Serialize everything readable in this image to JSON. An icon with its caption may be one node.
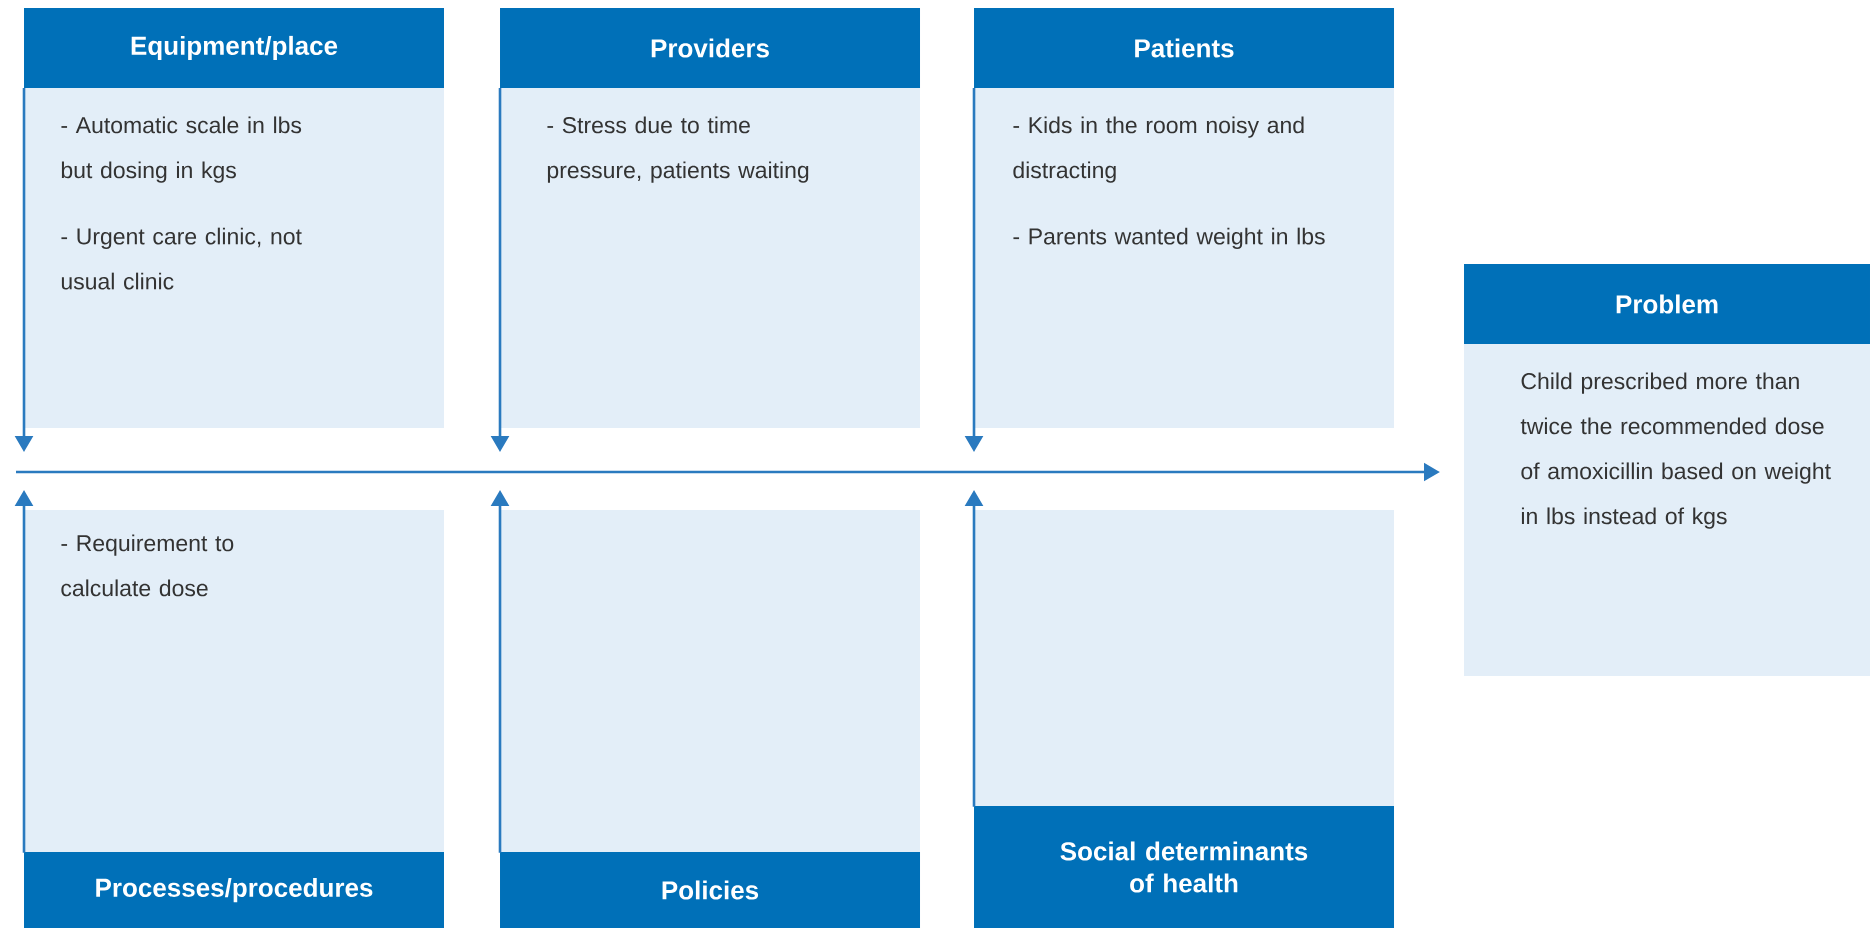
{
  "diagram": {
    "nodes": [
      {
        "text": [
          "Equipment/place",
          "- Automatic scale in lbs but dosing in kgs",
          "- Urgent care clinic, not usual clinic"
        ]
      },
      {
        "text": [
          "Providers",
          "- Stress due to time pressure, patients waiting"
        ]
      },
      {
        "text": [
          "Patients",
          "- Kids in the room noisy and distracting",
          "- Parents wanted weight in lbs"
        ]
      },
      {
        "text": [
          "Problem",
          "Child prescribed more than twice the recommended dose of amoxicillin based on weight in lbs instead of kgs"
        ]
      },
      {
        "text": [
          "- Requirement to calculate dose",
          "Processes/procedures"
        ]
      },
      {
        "text": [
          "Policies"
        ]
      },
      {
        "text": [
          "Social determinants of health"
        ]
      }
    ],
    "edges": [
      {
        "from": 0,
        "to": null,
        "arrow": "to"
      },
      {
        "from": 1,
        "to": null,
        "arrow": "to"
      },
      {
        "from": 2,
        "to": null,
        "arrow": "to"
      },
      {
        "from": 4,
        "to": null,
        "arrow": "to"
      },
      {
        "from": 5,
        "to": null,
        "arrow": "to"
      },
      {
        "from": 6,
        "to": null,
        "arrow": "to"
      },
      {
        "from": null,
        "to": 3,
        "arrow": "to"
      }
    ]
  }
}
